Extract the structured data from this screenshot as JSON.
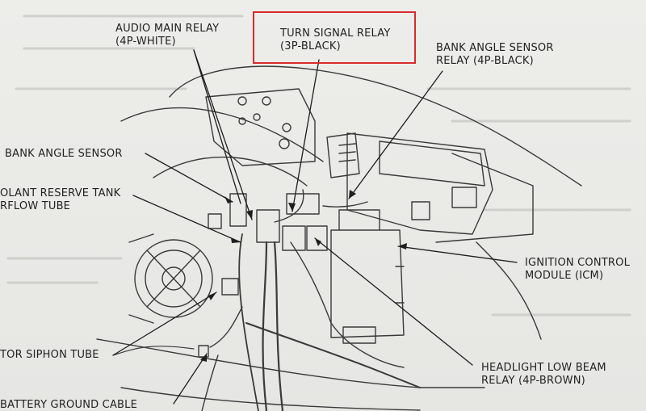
{
  "labels": {
    "audio_main_relay": [
      "AUDIO MAIN RELAY",
      "(4P-WHITE)"
    ],
    "turn_signal_relay": [
      "TURN SIGNAL RELAY",
      "(3P-BLACK)"
    ],
    "bank_angle_sensor_relay": [
      "BANK ANGLE SENSOR",
      "RELAY (4P-BLACK)"
    ],
    "bank_angle_sensor": "BANK ANGLE SENSOR",
    "coolant_reserve_tank": [
      "OLANT RESERVE TANK",
      "RFLOW TUBE"
    ],
    "ignition_control_module": [
      "IGNITION CONTROL",
      "MODULE (ICM)"
    ],
    "headlight_low_beam_relay": [
      "HEADLIGHT LOW BEAM",
      "RELAY (4P-BROWN)"
    ],
    "siphon_tube": "TOR SIPHON TUBE",
    "battery_ground_cable": "BATTERY GROUND CABLE"
  },
  "colors": {
    "highlight": "#d82b2b",
    "ink": "#222222",
    "paper": "#e9e9e6"
  }
}
